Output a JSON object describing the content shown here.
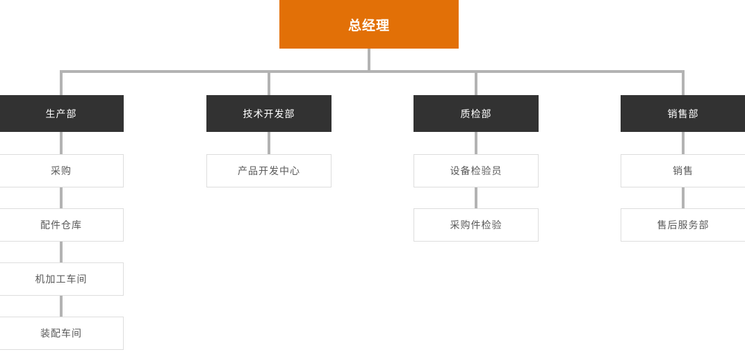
{
  "chart": {
    "type": "org-chart",
    "root": {
      "label": "总经理"
    },
    "columns": [
      {
        "dept": "生产部",
        "children": [
          "采购",
          "配件仓库",
          "机加工车间",
          "装配车间"
        ]
      },
      {
        "dept": "技术开发部",
        "children": [
          "产品开发中心"
        ]
      },
      {
        "dept": "质检部",
        "children": [
          "设备检验员",
          "采购件检验"
        ]
      },
      {
        "dept": "销售部",
        "children": [
          "销售",
          "售后服务部"
        ]
      }
    ],
    "colors": {
      "root_bg": "#e27007",
      "dept_bg": "#323232",
      "connector": "#b3b3b3",
      "child_border": "#dddddd",
      "child_text": "#595959",
      "light_text": "#ffffff",
      "background": "#ffffff"
    }
  }
}
